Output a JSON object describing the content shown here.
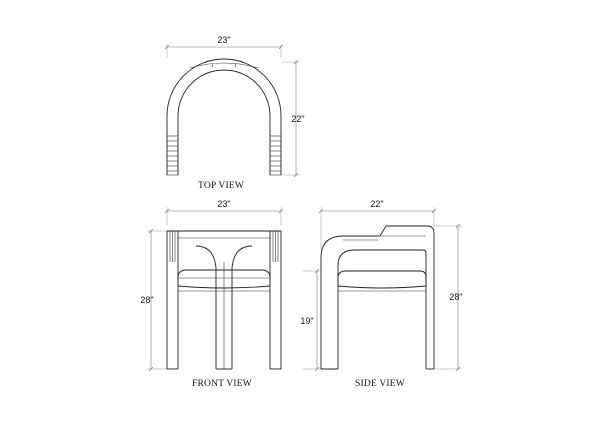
{
  "views": {
    "top": {
      "title": "TOP VIEW",
      "width_dim": "23\"",
      "depth_dim": "22\""
    },
    "front": {
      "title": "FRONT VIEW",
      "width_dim": "23\"",
      "height_dim": "28\""
    },
    "side": {
      "title": "SIDE VIEW",
      "depth_dim": "22\"",
      "height_dim": "28\"",
      "seat_height_dim": "19\""
    }
  },
  "colors": {
    "line": "#222222",
    "dimension": "#777777",
    "background": "#ffffff"
  }
}
